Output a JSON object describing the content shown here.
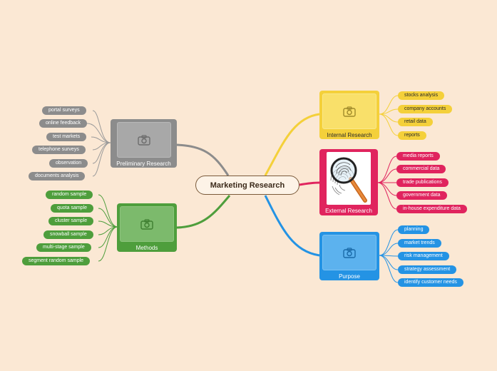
{
  "center": {
    "label": "Marketing Research"
  },
  "topics": {
    "preliminary": {
      "label": "Preliminary Research",
      "icon": "camera-icon",
      "color": "#8c8c8c",
      "items": [
        "portal surveys",
        "online feedback",
        "test markets",
        "telephone surveys",
        "observation",
        "documents analysis"
      ]
    },
    "methods": {
      "label": "Methods",
      "icon": "camera-icon",
      "color": "#4e9e3c",
      "items": [
        "random sample",
        "quota sample",
        "cluster sample",
        "snowball sample",
        "multi-stage sample",
        "segment random sample"
      ]
    },
    "internal": {
      "label": "Internal Research",
      "icon": "camera-icon",
      "color": "#f4d03a",
      "items": [
        "stocks analysis",
        "company accounts",
        "retail data",
        "reports"
      ]
    },
    "external": {
      "label": "External Research",
      "icon": "magnifying-glass-fingerprint-icon",
      "color": "#e0245e",
      "items": [
        "media reports",
        "commercial data",
        "trade publications",
        "government data",
        "in-house expenditure data"
      ]
    },
    "purpose": {
      "label": "Purpose",
      "icon": "camera-icon",
      "color": "#2493e4",
      "items": [
        "planning",
        "market trends",
        "risk management",
        "strategy assessment",
        "identify customer needs"
      ]
    }
  }
}
